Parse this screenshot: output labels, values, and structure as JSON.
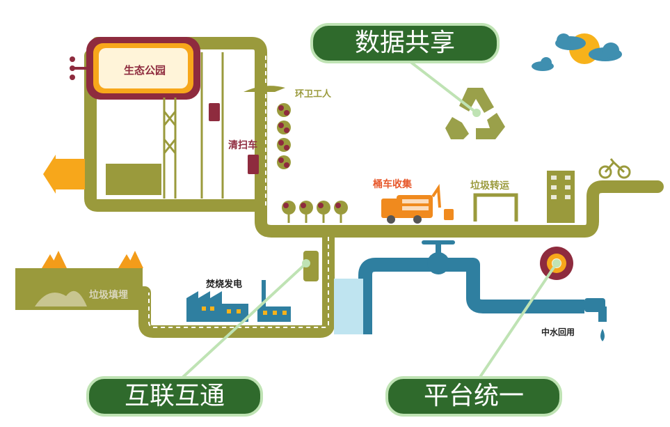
{
  "labels": {
    "park": "生态公园",
    "sanitation_workers": "环卫工人",
    "sweeper": "清扫车",
    "bin_collection": "桶车收集",
    "transfer": "垃圾转运",
    "landfill": "垃圾填埋",
    "incineration": "焚烧发电",
    "water_reuse": "中水回用"
  },
  "callouts": {
    "data_sharing": "数据共享",
    "interconnection": "互联互通",
    "platform_unified": "平台统一"
  },
  "colors": {
    "road": "#9a9a3c",
    "park_frame": "#8e2b3e",
    "park_fill": "#f7a71b",
    "callout_fill": "#2f6a2c",
    "callout_border": "#bfe3b4",
    "water_pipe": "#2f7fa0",
    "recycle": "#9aa04a",
    "tree_fruit": "#8e2b3e",
    "truck": "#f08a1e",
    "sun": "#f7b21b",
    "cloud": "#3f8fb0"
  }
}
